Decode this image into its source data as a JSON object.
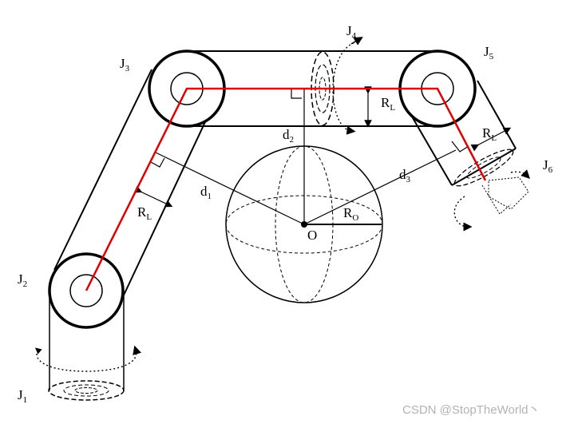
{
  "joints": {
    "j1": {
      "main": "J",
      "sub": "1"
    },
    "j2": {
      "main": "J",
      "sub": "2"
    },
    "j3": {
      "main": "J",
      "sub": "3"
    },
    "j4": {
      "main": "J",
      "sub": "4"
    },
    "j5": {
      "main": "J",
      "sub": "5"
    },
    "j6": {
      "main": "J",
      "sub": "6"
    }
  },
  "distances": {
    "d1": {
      "main": "d",
      "sub": "1"
    },
    "d2": {
      "main": "d",
      "sub": "2"
    },
    "d3": {
      "main": "d",
      "sub": "3"
    }
  },
  "radii": {
    "link_left": {
      "main": "R",
      "sub": "L"
    },
    "link_top": {
      "main": "R",
      "sub": "L"
    },
    "link_right": {
      "main": "R",
      "sub": "L"
    },
    "obstacle": {
      "main": "R",
      "sub": "O"
    }
  },
  "center_label": "O",
  "watermark": "CSDN @StopTheWorld丶",
  "colors": {
    "axis": "#e00000",
    "line": "#000000",
    "watermark": "#b3b3b3"
  }
}
